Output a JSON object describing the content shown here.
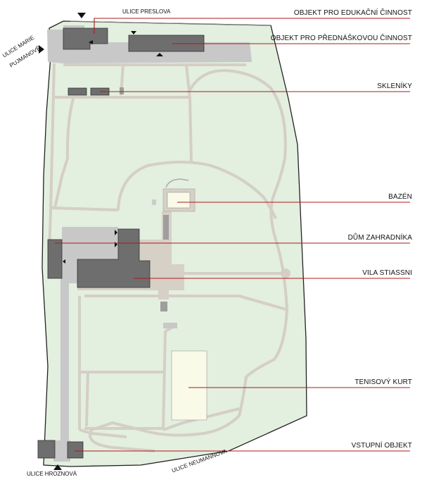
{
  "streets": {
    "top": "ULICE PRESLOVA",
    "left_line1": "ULICE MARIE",
    "left_line2": "PUJMANOVÉ",
    "bottom_left": "ULICE HROZNOVÁ",
    "bottom_right": "ULICE NEUMANNOVA"
  },
  "labels": [
    "OBJEKT PRO EDUKAČNÍ ČINNOST",
    "OBJEKT PRO PŘEDNÁŠKOVOU ČINNOST",
    "SKLENÍKY",
    "BAZÉN",
    "DŮM ZAHRADNÍKA",
    "VILA STIASSNI",
    "TENISOVÝ KURT",
    "VSTUPNÍ OBJEKT"
  ],
  "colors": {
    "garden": "#e3efdf",
    "path": "#d4cfc6",
    "pavement": "#c8c8c8",
    "building": "#6e6e6e",
    "pool_court": "#fafae8",
    "leader": "#b01818",
    "outline": "#222222"
  }
}
